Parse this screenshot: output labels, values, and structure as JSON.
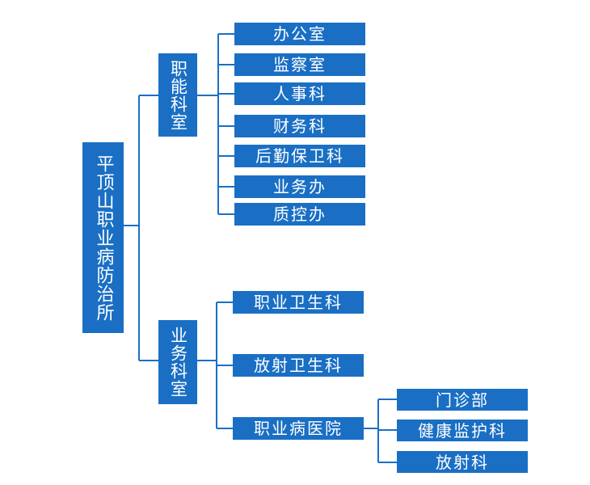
{
  "root": {
    "label": "平顶山职业病防治所"
  },
  "branches": [
    {
      "label": "职能科室",
      "children": [
        "办公室",
        "监察室",
        "人事科",
        "财务科",
        "后勤保卫科",
        "业务办",
        "质控办"
      ]
    },
    {
      "label": "业务科室",
      "children": [
        "职业卫生科",
        "放射卫生科",
        "职业病医院"
      ],
      "sub": {
        "parent": "职业病医院",
        "children": [
          "门诊部",
          "健康监护科",
          "放射科"
        ]
      }
    }
  ],
  "colors": {
    "box": "#1a6fc4",
    "line": "#1a6fc4",
    "text": "#ffffff"
  }
}
